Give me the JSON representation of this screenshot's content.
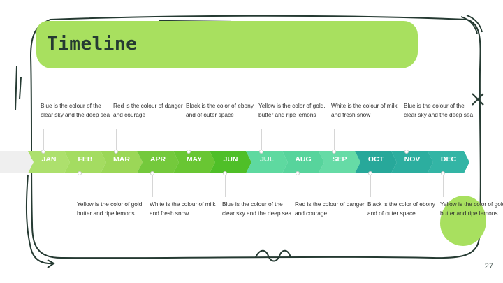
{
  "title": "Timeline",
  "page_number": "27",
  "months": [
    {
      "label": "JAN",
      "color": "#ade06d",
      "note": "Blue is the colour of the clear sky and the deep sea",
      "note_pos": "above"
    },
    {
      "label": "FEB",
      "color": "#a4dc61",
      "note": "Yellow is the color of gold, butter and ripe lemons",
      "note_pos": "below"
    },
    {
      "label": "MAR",
      "color": "#9bd757",
      "note": "Red is the colour of danger and courage",
      "note_pos": "above"
    },
    {
      "label": "APR",
      "color": "#74c93c",
      "note": "White is the colour of milk and fresh snow",
      "note_pos": "below"
    },
    {
      "label": "MAY",
      "color": "#69c633",
      "note": "Black is the color of ebony and of outer space",
      "note_pos": "above"
    },
    {
      "label": "JUN",
      "color": "#4fbf28",
      "note": "Blue is the colour of the clear sky and the deep sea",
      "note_pos": "below"
    },
    {
      "label": "JUL",
      "color": "#5ed9a0",
      "note": "Yellow is the color of gold, butter and ripe lemons",
      "note_pos": "above"
    },
    {
      "label": "AUG",
      "color": "#57d49c",
      "note": "Red is the colour of danger and courage",
      "note_pos": "below"
    },
    {
      "label": "SEP",
      "color": "#66dba6",
      "note": "White is the colour of milk and fresh snow",
      "note_pos": "above"
    },
    {
      "label": "OCT",
      "color": "#27a89a",
      "note": "Black is the color of ebony and of outer space",
      "note_pos": "below"
    },
    {
      "label": "NOV",
      "color": "#2cae9f",
      "note": "Blue is the colour of the clear sky and the deep sea",
      "note_pos": "above"
    },
    {
      "label": "DEC",
      "color": "#33b5a5",
      "note": "Yellow is the color of gold, butter and ripe lemons",
      "note_pos": "below"
    }
  ],
  "colors": {
    "accent_green": "#a8e05f",
    "outline": "#253a32",
    "start_segment": "#efefef"
  }
}
